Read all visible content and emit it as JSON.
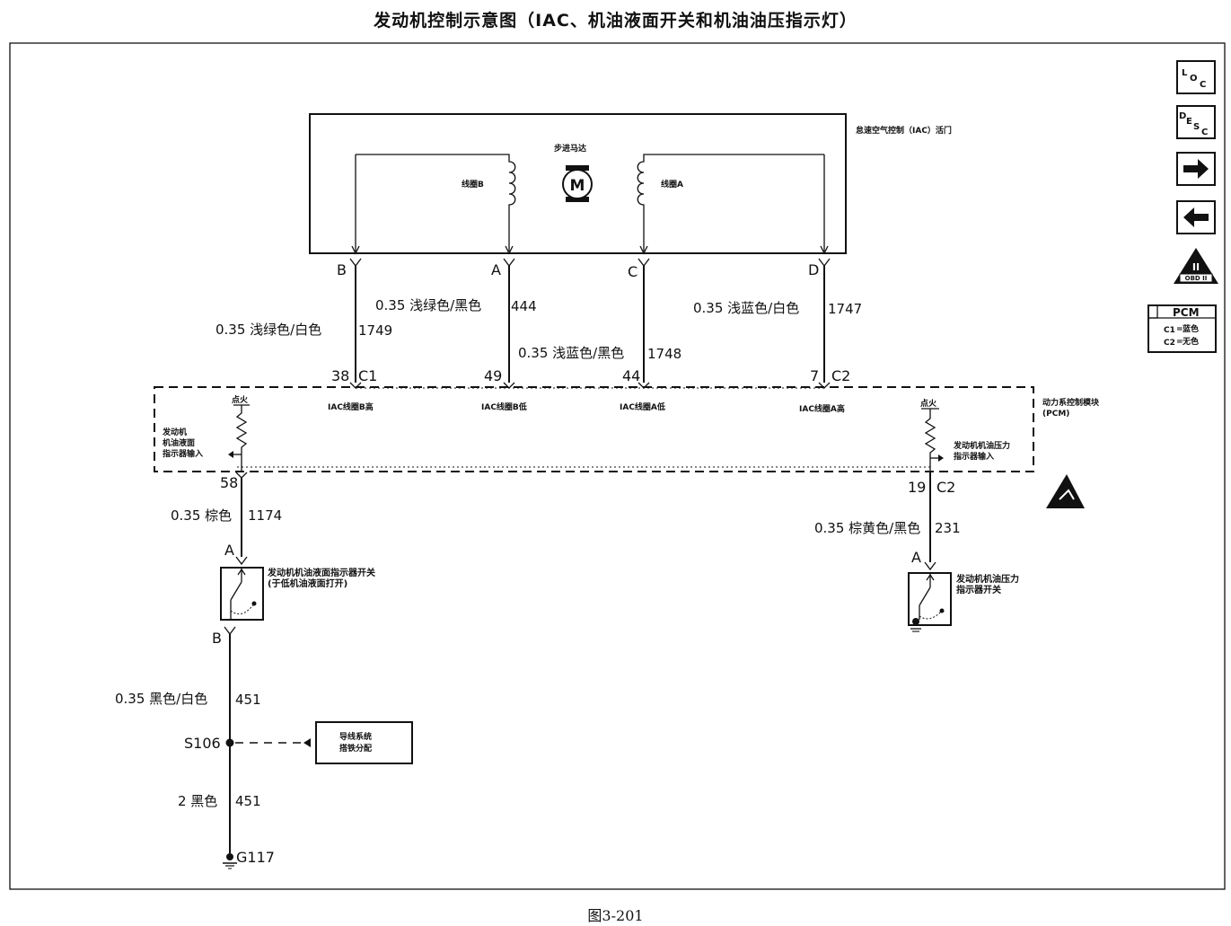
{
  "title": "发动机控制示意图（IAC、机油液面开关和机油油压指示灯）",
  "caption": "图3-201",
  "iac": {
    "label": "怠速空气控制（IAC）活门",
    "motor_label": "步进马达",
    "motor_symbol": "M",
    "coil_b": "线圈B",
    "coil_a": "线圈A"
  },
  "connectors": {
    "B": "B",
    "A": "A",
    "C": "C",
    "D": "D"
  },
  "wires": {
    "w1749": {
      "spec": "0.35 浅绿色/白色",
      "num": "1749"
    },
    "w444": {
      "spec": "0.35 浅绿色/黑色",
      "num": "444"
    },
    "w1748": {
      "spec": "0.35 浅蓝色/黑色",
      "num": "1748"
    },
    "w1747": {
      "spec": "0.35 浅蓝色/白色",
      "num": "1747"
    },
    "w1174": {
      "spec": "0.35 棕色",
      "num": "1174"
    },
    "w231": {
      "spec": "0.35 棕黄色/黑色",
      "num": "231"
    },
    "w451a": {
      "spec": "0.35 黑色/白色",
      "num": "451"
    },
    "w451b": {
      "spec": "2 黑色",
      "num": "451"
    }
  },
  "pcm": {
    "label_line1": "动力系控制模块",
    "label_line2": "(PCM)",
    "pins": {
      "p38": "38",
      "c1": "C1",
      "p49": "49",
      "p44": "44",
      "p7": "7",
      "c2a": "C2",
      "p58": "58",
      "p19": "19",
      "c2b": "C2"
    },
    "iac_b_high": "IAC线圈B高",
    "iac_b_low": "IAC线圈B低",
    "iac_a_low": "IAC线圈A低",
    "iac_a_high": "IAC线圈A高",
    "ign_left": "点火",
    "ign_right": "点火",
    "level_input": [
      "发动机",
      "机油液面",
      "指示器输入"
    ],
    "pressure_input": [
      "发动机机油压力",
      "指示器输入"
    ]
  },
  "switches": {
    "level_conn_a": "A",
    "level_conn_b": "B",
    "level_label": [
      "发动机机油液面指示器开关",
      "(于低机油液面打开)"
    ],
    "pressure_conn_a": "A",
    "pressure_label": [
      "发动机机油压力",
      "指示器开关"
    ]
  },
  "ground": {
    "splice": "S106",
    "dist_box": [
      "导线系统",
      "搭铁分配"
    ],
    "ground_id": "G117"
  },
  "side_icons": {
    "loc": [
      "L",
      "O",
      "C"
    ],
    "desc": [
      "D",
      "E",
      "S",
      "C"
    ],
    "obd": "OBD II",
    "pcm_box": [
      "PCM",
      "C1",
      "=",
      "蓝色",
      "C2",
      "=",
      "无色"
    ]
  }
}
